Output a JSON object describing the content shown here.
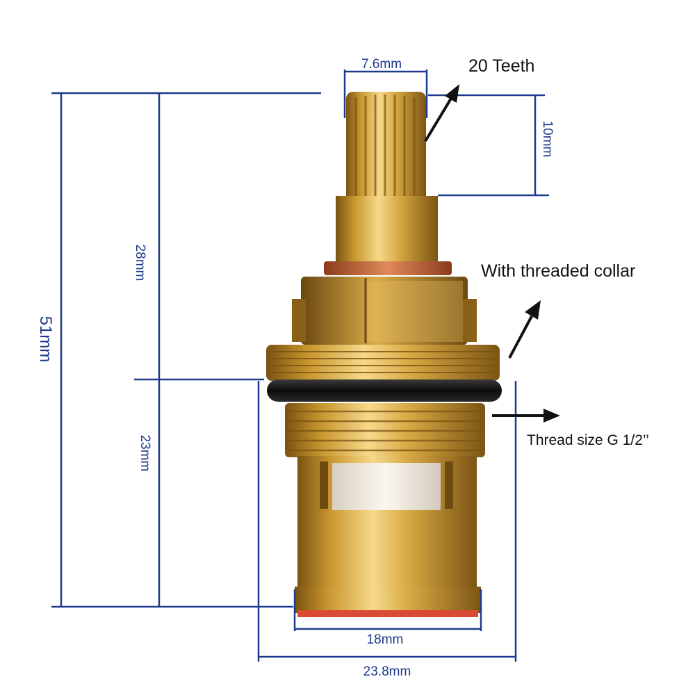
{
  "dimensions": {
    "total_height": "51mm",
    "upper_height": "28mm",
    "lower_height": "23mm",
    "spindle_width": "7.6mm",
    "spindle_height": "10mm",
    "base_diameter": "18mm",
    "thread_diameter": "23.8mm"
  },
  "annotations": {
    "teeth": "20 Teeth",
    "collar": "With threaded collar",
    "thread": "Thread size G 1/2’’"
  },
  "colors": {
    "dimension_line": "#1e3a8c",
    "text": "#111111",
    "brass": "#c9982c",
    "o_ring": "#1a1a1a",
    "ceramic": "#f1ebe2",
    "red_seal": "#d94b35"
  }
}
